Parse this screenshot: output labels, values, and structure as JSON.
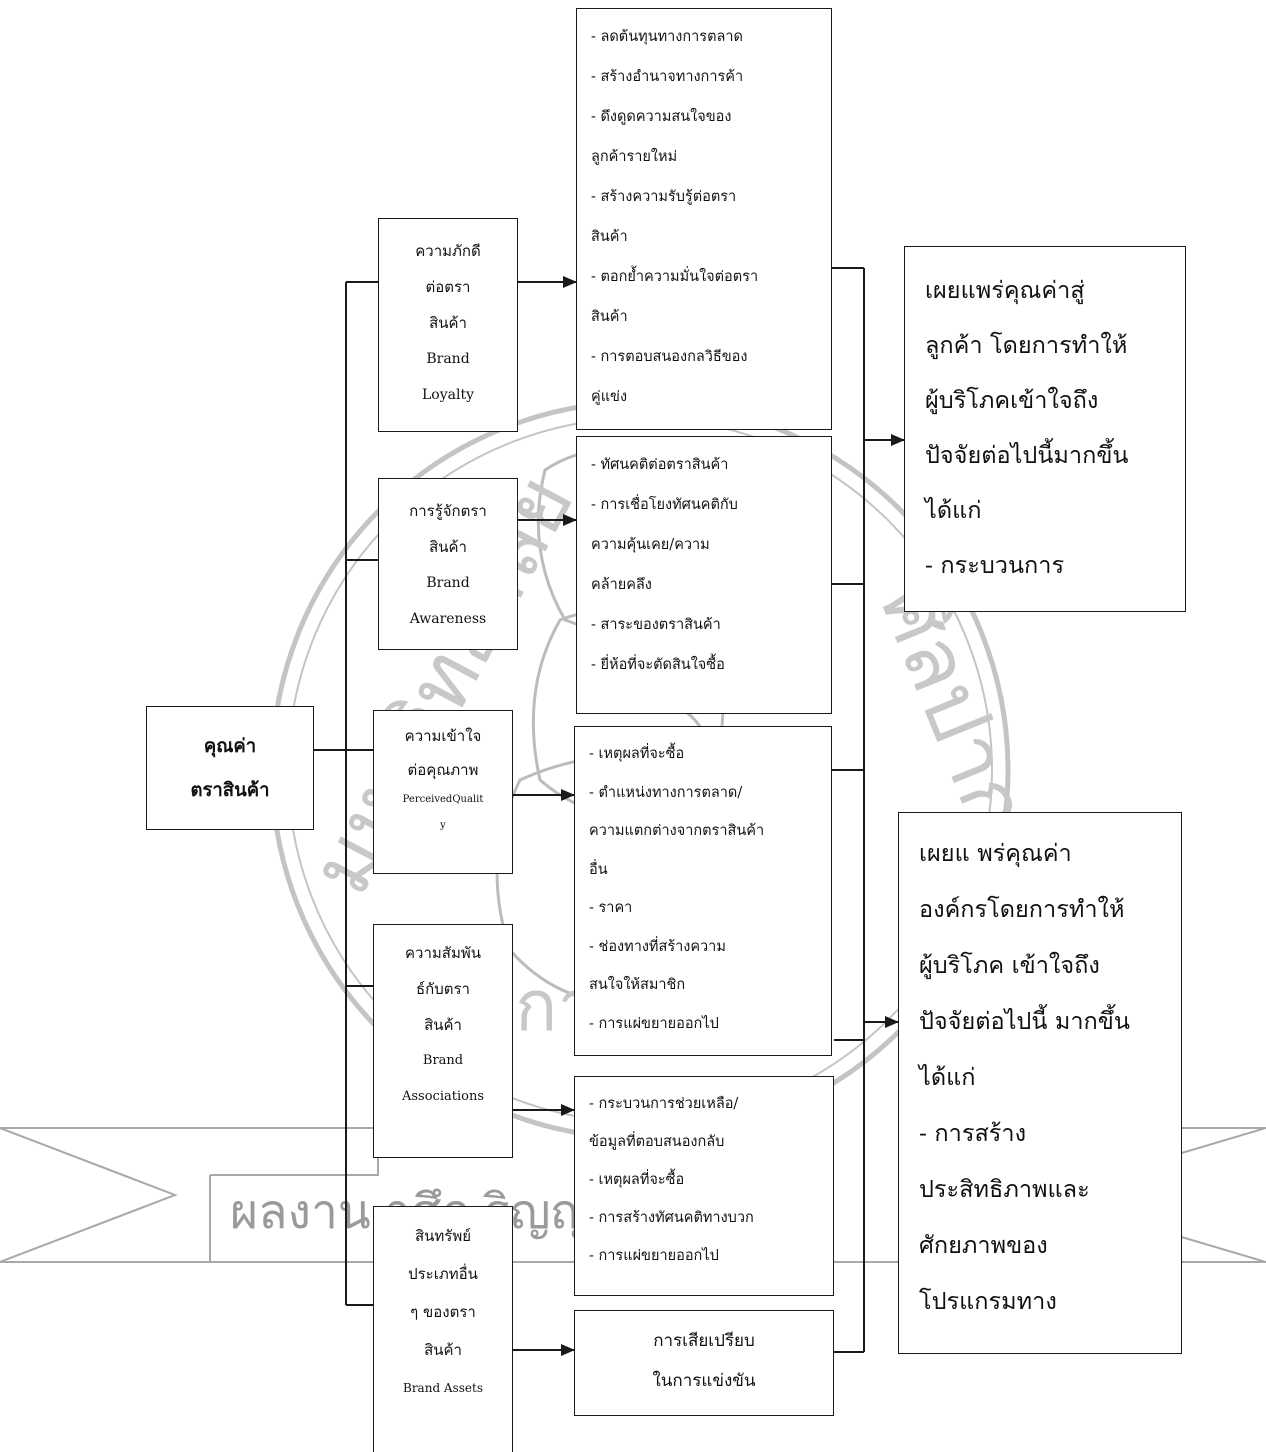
{
  "root": {
    "lines": [
      "คุณค่า",
      "ตราสินค้า"
    ]
  },
  "categories": [
    {
      "id": "loyalty",
      "lines": [
        "ความภักดี",
        "ต่อตรา",
        "สินค้า"
      ],
      "en_lines": [
        "Brand",
        "Loyalty"
      ]
    },
    {
      "id": "awareness",
      "lines": [
        "การรู้จักตรา",
        "สินค้า"
      ],
      "en_lines": [
        "Brand",
        "Awareness"
      ]
    },
    {
      "id": "perceived-quality",
      "lines": [
        "ความเข้าใจ",
        "ต่อคุณภาพ"
      ],
      "en_lines": [
        "PerceivedQualit",
        "y"
      ]
    },
    {
      "id": "associations",
      "lines": [
        "ความสัมพัน",
        "ธ์กับตรา",
        "สินค้า"
      ],
      "en_lines": [
        "Brand",
        "Associations"
      ]
    },
    {
      "id": "assets",
      "lines": [
        "สินทรัพย์",
        "ประเภทอื่น",
        "ๆ ของตรา",
        "สินค้า"
      ],
      "en_lines": [
        "Brand Assets"
      ]
    }
  ],
  "details": [
    {
      "id": "loyalty-details",
      "lines": [
        "-  ลดต้นทุนทางการตลาด",
        "- สร้างอำนาจทางการค้า",
        "-  ดึงดูดความสนใจของ",
        "ลูกค้ารายใหม่",
        "- สร้างความรับรู้ต่อตรา",
        "สินค้า",
        "- ตอกย้ำความมั่นใจต่อตรา",
        "สินค้า",
        "-  การตอบสนองกลวิธีของ",
        "คู่แข่ง"
      ]
    },
    {
      "id": "awareness-details",
      "lines": [
        "- ทัศนคติต่อตราสินค้า",
        "- การเชื่อโยงทัศนคติกับ",
        "ความคุ้นเคย/ความ",
        "คล้ายคลึง",
        "- สาระของตราสินค้า",
        "- ยี่ห้อที่จะตัดสินใจซื้อ"
      ]
    },
    {
      "id": "quality-details",
      "lines": [
        "- เหตุผลที่จะซื้อ",
        "- ตำแหน่งทางการตลาด/",
        "ความแตกต่างจากตราสินค้า",
        "อื่น",
        "- ราคา",
        "- ช่องทางที่สร้างความ",
        "สนใจให้สมาชิก",
        "- การแผ่ขยายออกไป"
      ]
    },
    {
      "id": "associations-details",
      "lines": [
        "- กระบวนการช่วยเหลือ/",
        "ข้อมูลที่ตอบสนองกลับ",
        "- เหตุผลที่จะซื้อ",
        "- การสร้างทัศนคติทางบวก",
        "- การแผ่ขยายออกไป"
      ]
    },
    {
      "id": "assets-details",
      "lines": [
        "การเสียเปรียบ",
        "ในการแข่งขัน"
      ]
    }
  ],
  "results": [
    {
      "id": "customer-value",
      "lines": [
        "เผยแพร่คุณค่าสู่",
        "ลูกค้า โดยการทำให้",
        "ผู้บริโภคเข้าใจถึง",
        "ปัจจัยต่อไปนี้มากขึ้น",
        "ได้แก่",
        "- กระบวนการ"
      ]
    },
    {
      "id": "org-value",
      "lines": [
        "เผยแ พร่คุณค่า",
        "องค์กรโดยการทำให้",
        "ผู้บริโภค เข้าใจถึง",
        "ปัจจัยต่อไปนี้ มากขึ้น",
        "ได้แก่",
        "- การสร้าง",
        "ประสิทธิภาพและ",
        "ศักยภาพของ",
        "โปรแกรมทาง"
      ]
    }
  ],
  "watermark": {
    "banner_text": "ผลงาน        าศึก               ริญญ",
    "seal_text_left": "มหาวิทยาลัย",
    "seal_text_right": "ศิลปากร",
    "seal_text_bottom": "การ"
  },
  "colors": {
    "line": "#1a1a1a",
    "watermark": "#b8b8b8"
  }
}
